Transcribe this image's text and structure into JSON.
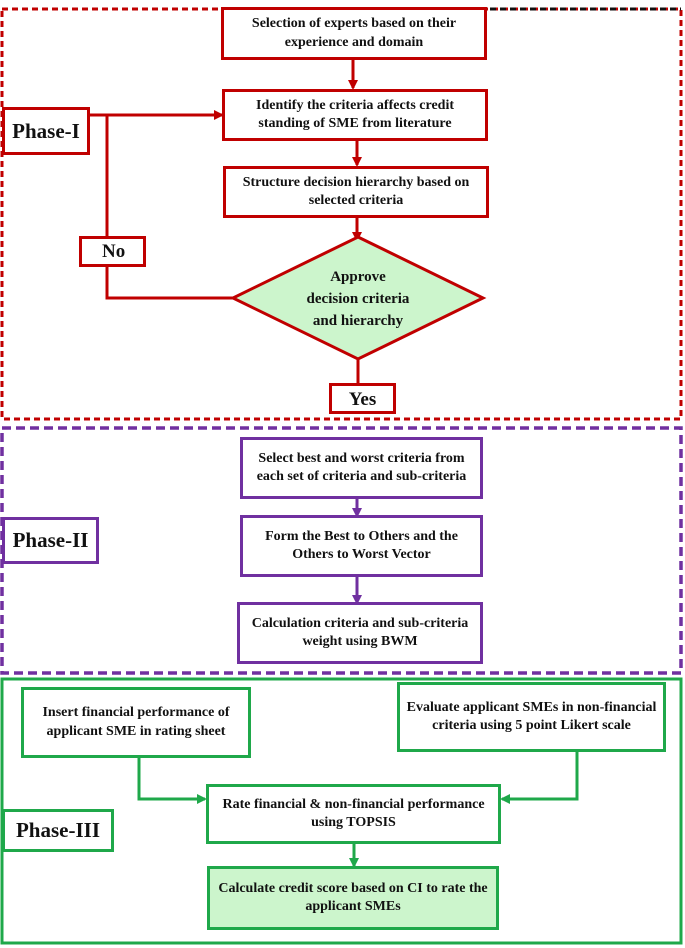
{
  "phase1": {
    "label": "Phase-I",
    "step1": "Selection of experts based on their experience and domain",
    "step2": "Identify the criteria affects credit standing of SME from literature",
    "step3": "Structure decision hierarchy based on selected criteria",
    "decision": "Approve decision criteria and hierarchy",
    "no_label": "No",
    "yes_label": "Yes"
  },
  "phase2": {
    "label": "Phase-II",
    "step1": "Select best and worst criteria from each set of criteria and sub-criteria",
    "step2": "Form the Best to Others and the Others to Worst Vector",
    "step3": "Calculation criteria and sub-criteria weight using BWM"
  },
  "phase3": {
    "label": "Phase-III",
    "left_input": "Insert financial performance of applicant SME in rating sheet",
    "right_input": "Evaluate applicant SMEs in non-financial criteria using 5 point Likert scale",
    "rate": "Rate financial & non-financial performance using TOPSIS",
    "final": "Calculate credit score based on CI to rate the applicant SMEs"
  },
  "colors": {
    "phase1": "#c00000",
    "phase2": "#7030a0",
    "phase3": "#1fa84a",
    "diamond_fill": "#ccf5cc",
    "final_fill": "#ccf5cc"
  }
}
